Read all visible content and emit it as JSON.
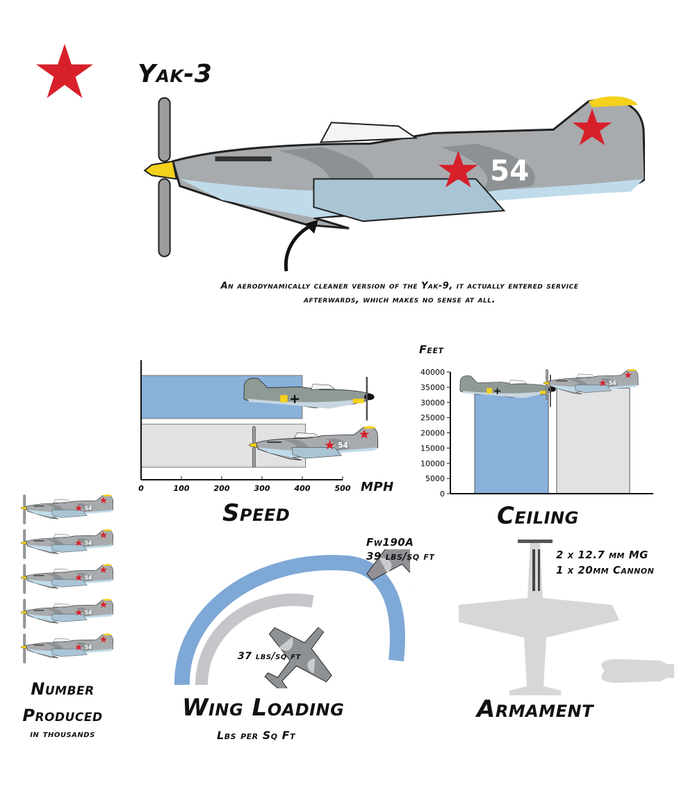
{
  "title": "Yak-3",
  "caption_line1": "An aerodynamically cleaner version of the Yak-9, it actually entered service",
  "caption_line2": "afterwards, which makes no sense at all.",
  "aircraft_marking": "54",
  "colors": {
    "star_red": "#d7202a",
    "fw190_bar": "#89b1da",
    "yak_bar": "#e1e2e3",
    "yellow": "#f3d11c",
    "silhouette": "#d6d7d9",
    "blue_arc": "#7ea8d6",
    "grey_arc": "#c4c6c9"
  },
  "chart_data": [
    {
      "type": "bar",
      "orientation": "horizontal",
      "title": "Speed",
      "xlabel": "MPH",
      "categories": [
        "Fw190A",
        "Yak-3"
      ],
      "values": [
        400,
        408
      ],
      "xlim": [
        0,
        500
      ],
      "xticks": [
        "0",
        "100",
        "200",
        "300",
        "400",
        "500"
      ]
    },
    {
      "type": "bar",
      "title": "Ceiling",
      "ylabel": "Feet",
      "categories": [
        "Fw190A",
        "Yak-3"
      ],
      "values": [
        32700,
        34700
      ],
      "ylim": [
        0,
        40000
      ],
      "yticks": [
        "0",
        "5000",
        "10000",
        "15000",
        "20000",
        "25000",
        "30000",
        "35000",
        "40000"
      ]
    },
    {
      "type": "bar",
      "title": "Number Produced",
      "subtitle": "in thousands",
      "title_line1": "Number",
      "title_line2": "Produced",
      "categories": [
        "Yak-3"
      ],
      "values": [
        5
      ]
    },
    {
      "type": "bar",
      "title": "Wing Loading",
      "subtitle": "Lbs per Sq Ft",
      "categories": [
        "Fw190A",
        "Yak-3"
      ],
      "values": [
        39,
        37
      ],
      "labels": {
        "fw_name": "Fw190A",
        "fw_value": "39 lbs/sq ft",
        "yak_value": "37 lbs/sq ft"
      }
    }
  ],
  "armament": {
    "title": "Armament",
    "line1": "2 x 12.7 mm MG",
    "line2": "1 x 20mm Cannon"
  }
}
